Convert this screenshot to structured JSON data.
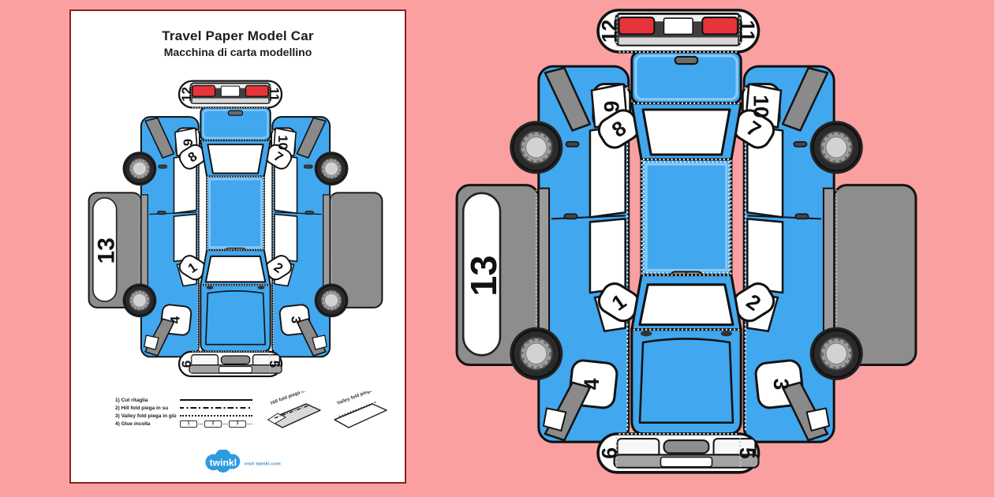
{
  "colors": {
    "background": "#FAA0A1",
    "page_border": "#8F1E1E",
    "car_blue": "#41A7EF",
    "car_blue_light": "#8CCBF7",
    "flap_gray": "#8D8D8D",
    "bumper_gray": "#A3A3A3",
    "light_red": "#E6343B",
    "tire_black": "#262626",
    "hub_gray": "#CFCFCF",
    "twinkl_blue": "#2D9BE0"
  },
  "page": {
    "title": "Travel Paper Model Car",
    "subtitle": "Macchina di carta modellino",
    "instructions": [
      "1) Cut  ritaglia",
      "2) Hill fold  piega in su",
      "3) Valley fold  piega in giù",
      "4) Glue  incolla"
    ],
    "glue_tabs": [
      "1",
      "2",
      "3"
    ],
    "fold_diagrams": [
      {
        "label": "Hill fold  piega in su"
      },
      {
        "label": "Valley fold  piega in giù"
      }
    ],
    "logo": {
      "brand": "twinkl",
      "tagline": "visit twinkl.com"
    }
  },
  "model": {
    "tabs": {
      "1": "1",
      "2": "2",
      "3": "3",
      "4": "4",
      "5": "5",
      "6": "6",
      "7": "7",
      "8": "8",
      "9": "9",
      "10": "10",
      "11": "11",
      "12": "12",
      "13": "13"
    }
  }
}
